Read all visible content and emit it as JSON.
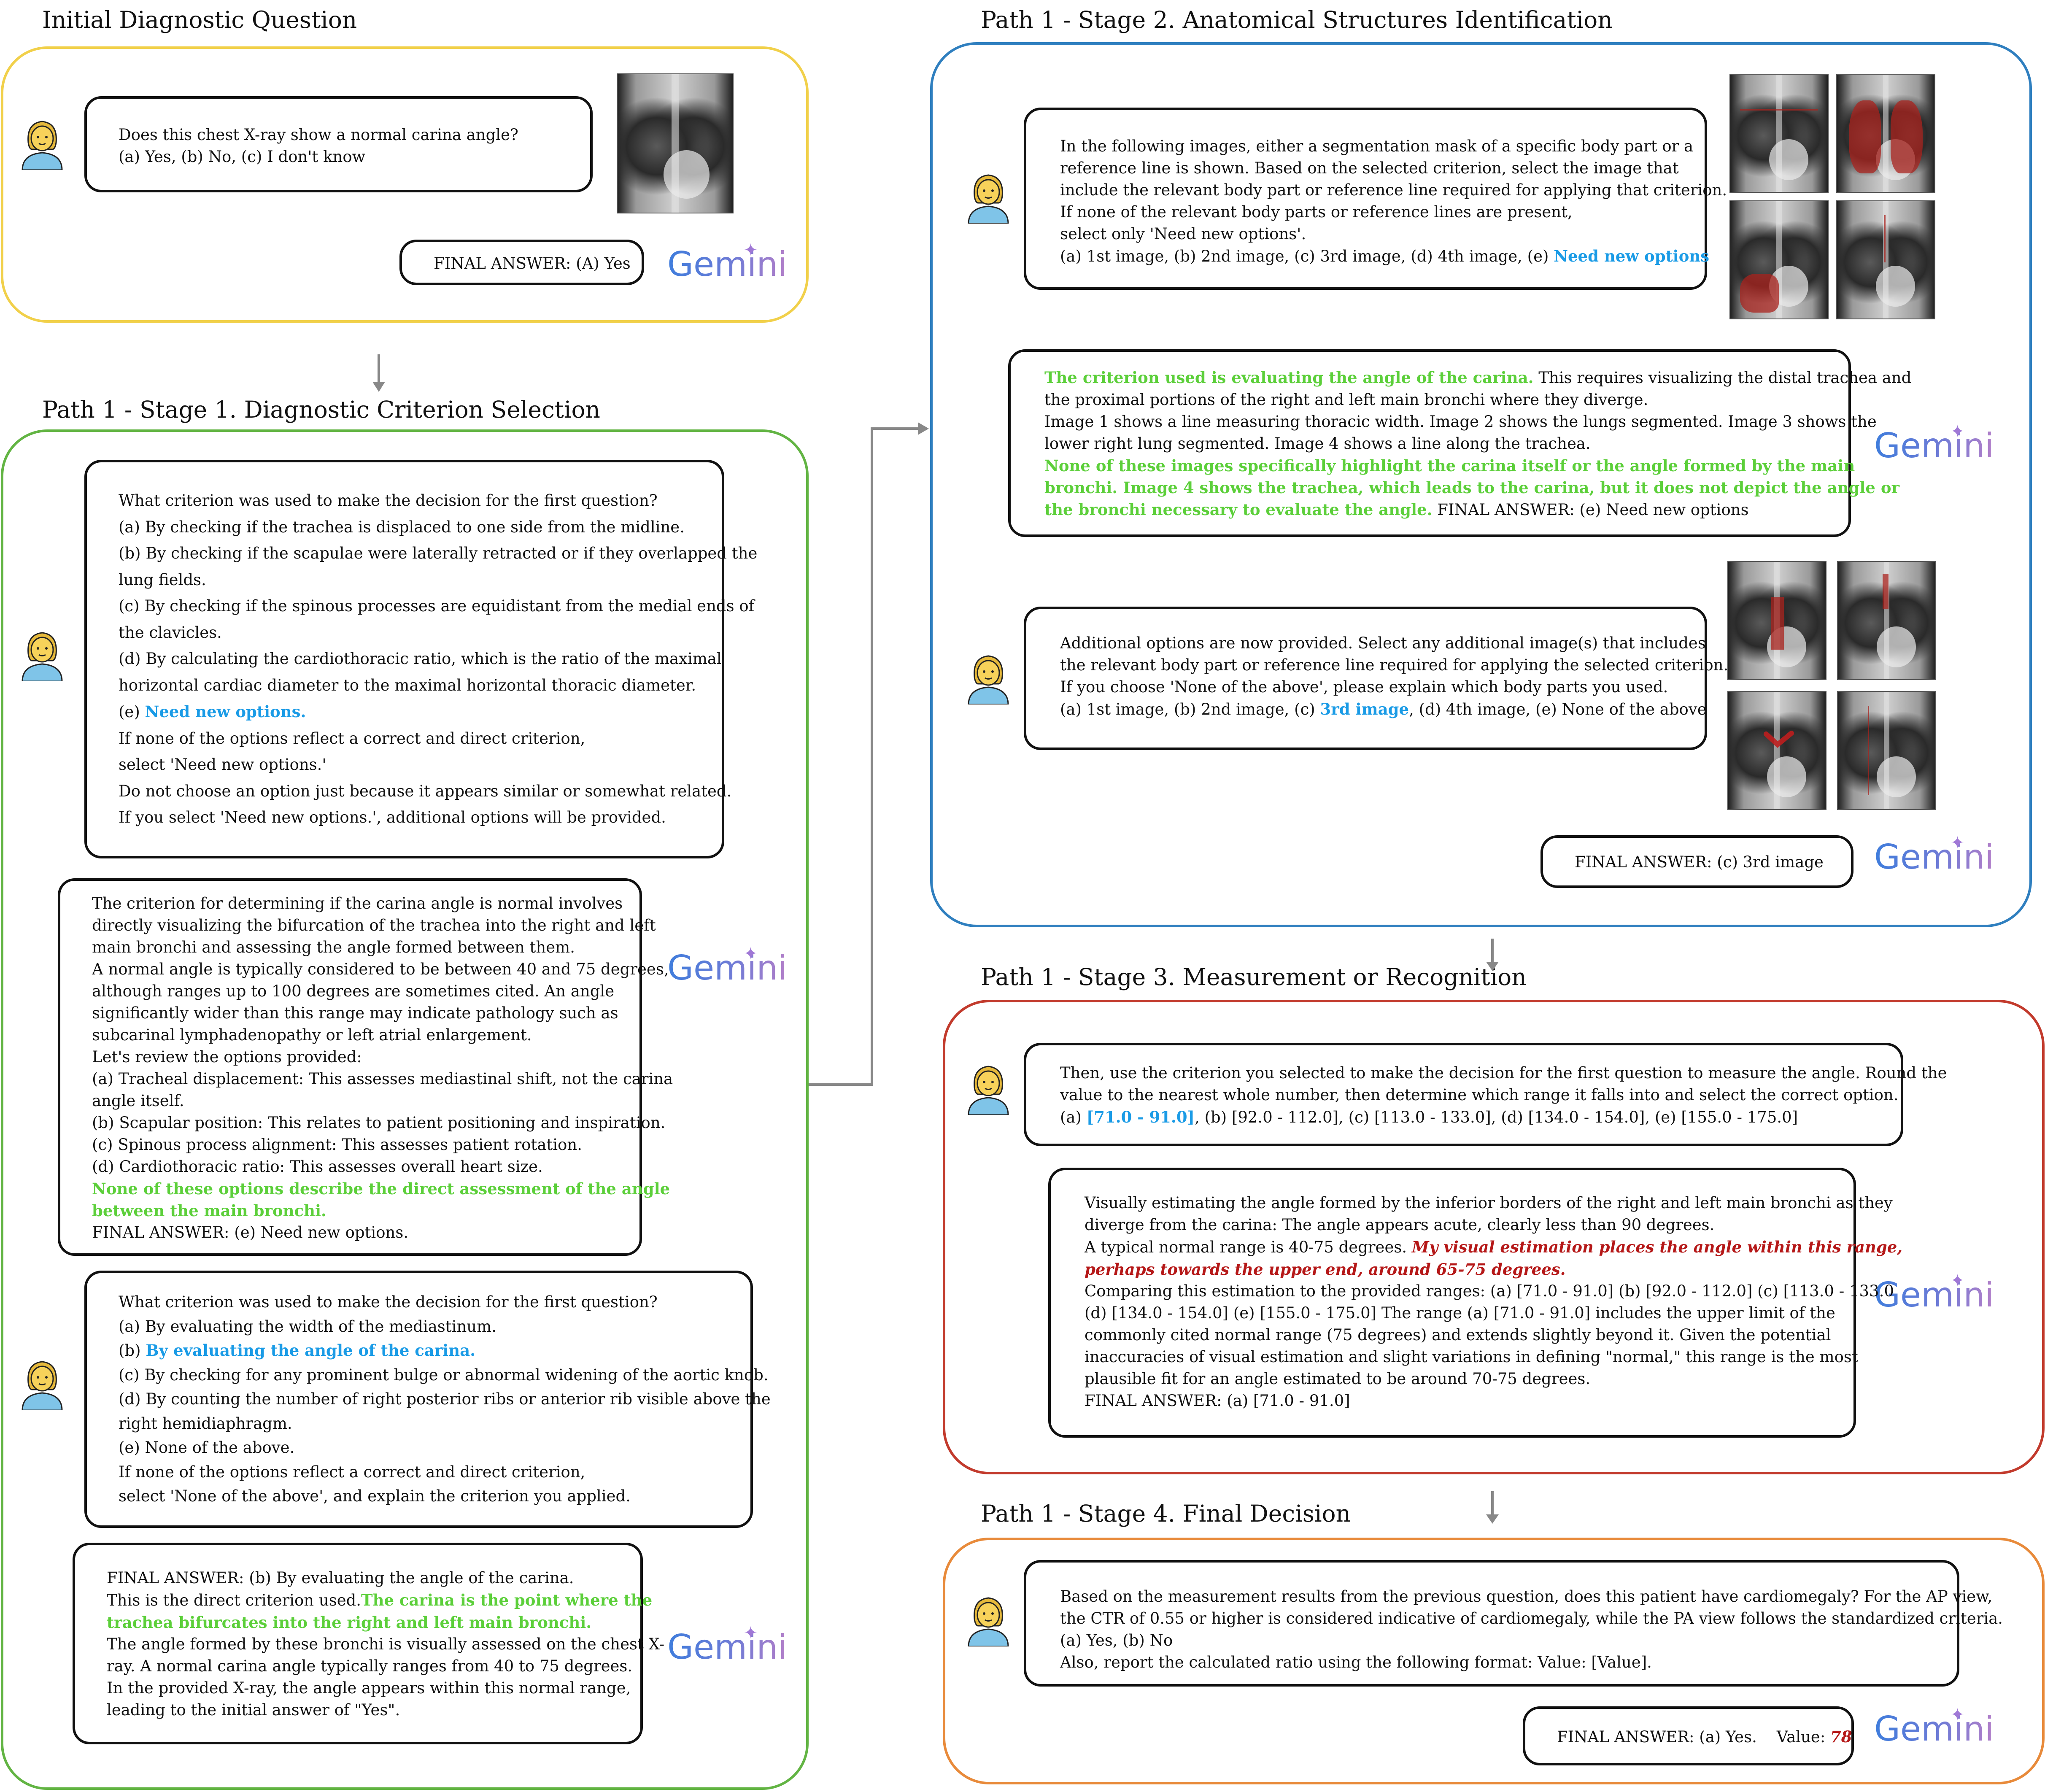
{
  "sections": {
    "initial": "Initial Diagnostic Question",
    "stage1": "Path 1 - Stage 1. Diagnostic Criterion Selection",
    "stage2": "Path 1 - Stage 2. Anatomical Structures Identification",
    "stage3": "Path 1 - Stage 3. Measurement or Recognition",
    "stage4": "Path 1 - Stage 4. Final Decision"
  },
  "gemini_label": "Gemini",
  "colors": {
    "initial_frame": "#f1d04a",
    "stage1_frame": "#62b443",
    "stage2_frame": "#2f7fbf",
    "stage3_frame": "#c23a2c",
    "stage4_frame": "#e88a3a",
    "highlight_blue": "#1a9be6",
    "highlight_green": "#5ccf3a",
    "highlight_red": "#b51818"
  },
  "icons": {
    "user": "user-avatar-icon",
    "sparkle": "gemini-sparkle-icon"
  },
  "initial": {
    "question": [
      "Does this chest X-ray show a normal carina angle?",
      "(a) Yes, (b) No, (c) I don't know"
    ],
    "answer": "FINAL ANSWER: (A) Yes"
  },
  "stage1": {
    "q1": [
      "What criterion was used to make the decision for the first question?",
      "(a) By checking if the trachea is displaced to one side from the midline.",
      "(b) By checking if the scapulae were laterally retracted or if they overlapped the",
      "lung fields.",
      "(c) By checking if the spinous processes are equidistant from the medial ends of",
      "the clavicles.",
      "(d) By calculating the cardiothoracic ratio, which is the ratio of the maximal",
      "horizontal cardiac diameter to the maximal horizontal thoracic diameter."
    ],
    "q1_option_e_prefix": "(e) ",
    "q1_option_e": "Need new options.",
    "q1_tail": [
      "If none of the options reflect a correct and direct criterion,",
      "select 'Need new options.'",
      "Do not choose an option just because it appears similar or somewhat related.",
      "If you select 'Need new options.', additional options will be provided."
    ],
    "a1": [
      "The criterion for determining if the carina angle is normal involves",
      "directly visualizing the bifurcation of the trachea into the right and left",
      "main bronchi and assessing the angle formed between them.",
      "A normal angle is typically considered to be between 40 and 75 degrees,",
      "although ranges up to 100 degrees are sometimes cited. An angle",
      "significantly wider than this range may indicate pathology such as",
      "subcarinal lymphadenopathy or left atrial enlargement.",
      "Let's review the options provided:",
      "(a) Tracheal displacement: This assesses mediastinal shift, not the carina",
      "angle itself.",
      "(b) Scapular position: This relates to patient positioning and inspiration.",
      "(c) Spinous process alignment: This assesses patient rotation.",
      "(d) Cardiothoracic ratio: This assesses overall heart size."
    ],
    "a1_green": [
      "None of these options describe the direct assessment of the angle",
      "between the main bronchi."
    ],
    "a1_final": "FINAL ANSWER: (e) Need new options.",
    "q2_head": [
      "What criterion was used to make the decision for the first question?",
      "(a) By evaluating the width of the mediastinum."
    ],
    "q2_b_prefix": "(b) ",
    "q2_b": "By evaluating the angle of the carina.",
    "q2_tail": [
      "(c) By checking for any prominent bulge or abnormal widening of the aortic knob.",
      "(d) By counting the number of right posterior ribs or anterior rib visible above the",
      "right hemidiaphragm.",
      "(e) None of the above.",
      "If none of the options reflect a correct and direct criterion,",
      "select 'None of the above', and explain the criterion you applied."
    ],
    "a2_l1": "FINAL ANSWER: (b) By evaluating the angle of the carina.",
    "a2_l2_prefix": "This is the direct criterion used.",
    "a2_l2_green": "The carina is the point where the",
    "a2_l3_green": "trachea bifurcates into the right and left main bronchi.",
    "a2_tail": [
      "The angle formed by these bronchi is visually assessed on the chest X-",
      "ray. A normal carina angle typically ranges from 40 to 75 degrees.",
      "In the provided X-ray, the angle appears within this normal range,",
      "leading to the initial answer of  \"Yes\"."
    ]
  },
  "stage2": {
    "q1": [
      "In the following images, either a segmentation mask of a specific body part or a",
      "reference line is shown. Based on the selected criterion, select the image that",
      "include the relevant body part or reference line required for applying that criterion.",
      "If none of the relevant body parts or reference lines are present,",
      "select only 'Need new options'."
    ],
    "q1_last_prefix": "(a) 1st image, (b) 2nd image, (c) 3rd image, (d) 4th image, (e) ",
    "q1_last_blue": "Need new options",
    "a1_green_head": "The criterion used is evaluating the angle of the carina.",
    "a1_head_tail": " This requires visualizing the distal trachea and",
    "a1_body": [
      "the proximal portions of the right and left main bronchi where they diverge.",
      "Image 1 shows a line measuring thoracic width. Image 2 shows the lungs segmented. Image 3 shows the",
      "lower right lung segmented. Image 4 shows a line along the trachea."
    ],
    "a1_green": [
      "None of these images specifically highlight the carina itself or the angle formed by the main",
      "bronchi. Image 4 shows the trachea, which leads to the carina, but it does not depict the angle or"
    ],
    "a1_last_green": "the bronchi necessary to evaluate the angle.",
    "a1_last_tail": " FINAL ANSWER: (e) Need new options",
    "q2": [
      "Additional options are now provided. Select any additional image(s) that includes",
      "the relevant body part or reference line required for applying the selected criterion.",
      "If you choose 'None of the above', please explain which body parts you used."
    ],
    "q2_last_prefix": "(a) 1st image, (b) 2nd image, (c) ",
    "q2_last_blue": "3rd image",
    "q2_last_tail": ", (d) 4th image, (e) None of the above",
    "answer": "FINAL ANSWER: (c) 3rd image"
  },
  "stage3": {
    "q_lines": [
      "Then, use the criterion you selected to make the decision for the first question to measure the angle. Round the",
      "value to the nearest whole number, then determine which range it falls into and select the correct option."
    ],
    "q_last_prefix": "(a) ",
    "q_last_blue": "[71.0 - 91.0]",
    "q_last_tail": ", (b) [92.0 - 112.0], (c) [113.0 - 133.0], (d) [134.0 - 154.0], (e) [155.0 - 175.0]",
    "a_head": [
      "Visually estimating the angle formed by the inferior borders of the right and left main bronchi as they",
      "diverge from the carina: The angle appears acute, clearly less than 90 degrees."
    ],
    "a_l3_prefix": "A typical normal range is 40-75 degrees. ",
    "a_l3_red": "My visual estimation places the angle within this range,",
    "a_l4_red": "perhaps towards the upper end, around 65-75 degrees.",
    "a_tail": [
      "Comparing this estimation to the provided ranges: (a) [71.0 - 91.0] (b) [92.0 - 112.0] (c) [113.0 - 133.0",
      "(d) [134.0 - 154.0] (e) [155.0 - 175.0] The range (a) [71.0 - 91.0] includes the upper limit of the",
      "commonly cited normal range (75 degrees) and extends slightly beyond it. Given the potential",
      "inaccuracies of visual estimation and slight variations in defining \"normal,\" this range is the most",
      "plausible fit for an angle estimated to be around 70-75 degrees.",
      "FINAL ANSWER: (a) [71.0 - 91.0]"
    ]
  },
  "stage4": {
    "q": [
      "Based on the measurement results from the previous question, does this patient have cardiomegaly? For the AP view,",
      "the CTR of 0.55 or higher is considered indicative of cardiomegaly, while the PA view follows the standardized criteria.",
      "(a) Yes, (b) No",
      "Also, report the calculated ratio using the following format: Value: [Value]."
    ],
    "answer_prefix": "FINAL ANSWER: (a) Yes.    Value: ",
    "answer_value": "78"
  }
}
